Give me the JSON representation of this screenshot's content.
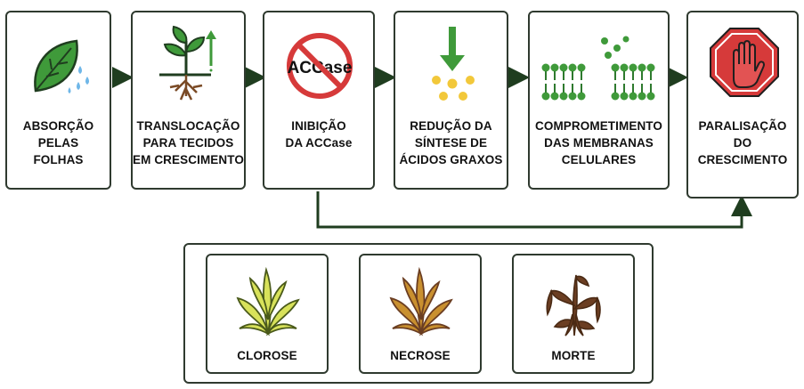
{
  "steps": [
    {
      "lines": [
        "ABSORÇÃO",
        "PELAS",
        "FOLHAS"
      ]
    },
    {
      "lines": [
        "TRANSLOCAÇÃO",
        "PARA TECIDOS",
        "EM CRESCIMENTO"
      ]
    },
    {
      "lines": [
        "INIBIÇÃO",
        "DA ACCase"
      ],
      "icon_text": "ACCase"
    },
    {
      "lines": [
        "REDUÇÃO DA",
        "SÍNTESE DE",
        "ÁCIDOS GRAXOS"
      ]
    },
    {
      "lines": [
        "COMPROMETIMENTO",
        "DAS MEMBRANAS",
        "CELULARES"
      ]
    },
    {
      "lines": [
        "PARALISAÇÃO",
        "DO",
        "CRESCIMENTO"
      ]
    }
  ],
  "symptoms": [
    {
      "label": "CLOROSE"
    },
    {
      "label": "NECROSE"
    },
    {
      "label": "MORTE"
    }
  ],
  "colors": {
    "arrow": "#1f3d1f",
    "leaf": "#3f9a3a",
    "stop": "#d63a3a",
    "chlorosis": "#d8e25a",
    "necrosis": "#c9902f",
    "death": "#6b3e22"
  },
  "icons": [
    "leaf-with-drops-icon",
    "seedling-roots-icon",
    "prohibited-accase-icon",
    "down-arrow-dots-icon",
    "membrane-bilayer-icon",
    "stop-hand-icon",
    "yellow-plant-icon",
    "brown-plant-icon",
    "dead-plant-icon"
  ]
}
